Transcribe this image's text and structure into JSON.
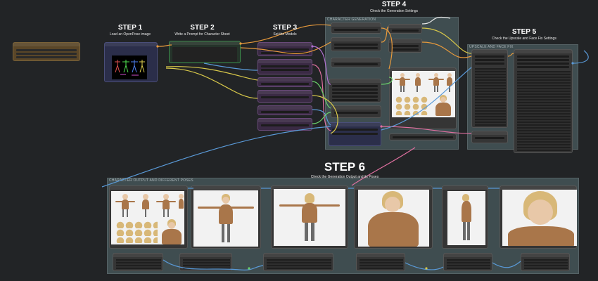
{
  "steps": [
    {
      "label": "STEP 1",
      "sub": "Load an OpenPose image"
    },
    {
      "label": "STEP 2",
      "sub": "Write a Prompt for Character Sheet"
    },
    {
      "label": "STEP 3",
      "sub": "Set the Models"
    },
    {
      "label": "STEP 4",
      "sub": "Check the Generation Settings"
    },
    {
      "label": "STEP 5",
      "sub": "Check the Upscale and Face Fix Settings"
    },
    {
      "label": "STEP 6",
      "sub": "Check the Generation Output and its Poses"
    }
  ],
  "groups": {
    "character_generation": "CHARACTER GENERATION",
    "upscale_face_fix": "UPSCALE AND FACE FIX",
    "character_output": "CHARACTER OUTPUT AND DIFFERENT POSES"
  },
  "colors": {
    "canvas": "#222426",
    "group": "#3f4d50",
    "node": "#353535",
    "green_node": "#3a8a4a",
    "purple_node": "#6a4a7a",
    "wire_orange": "#e89a3c",
    "wire_yellow": "#d8c84a",
    "wire_purple": "#b070d0",
    "wire_blue": "#5a9ad8",
    "wire_green": "#6ad06a",
    "wire_pink": "#e070a0"
  }
}
